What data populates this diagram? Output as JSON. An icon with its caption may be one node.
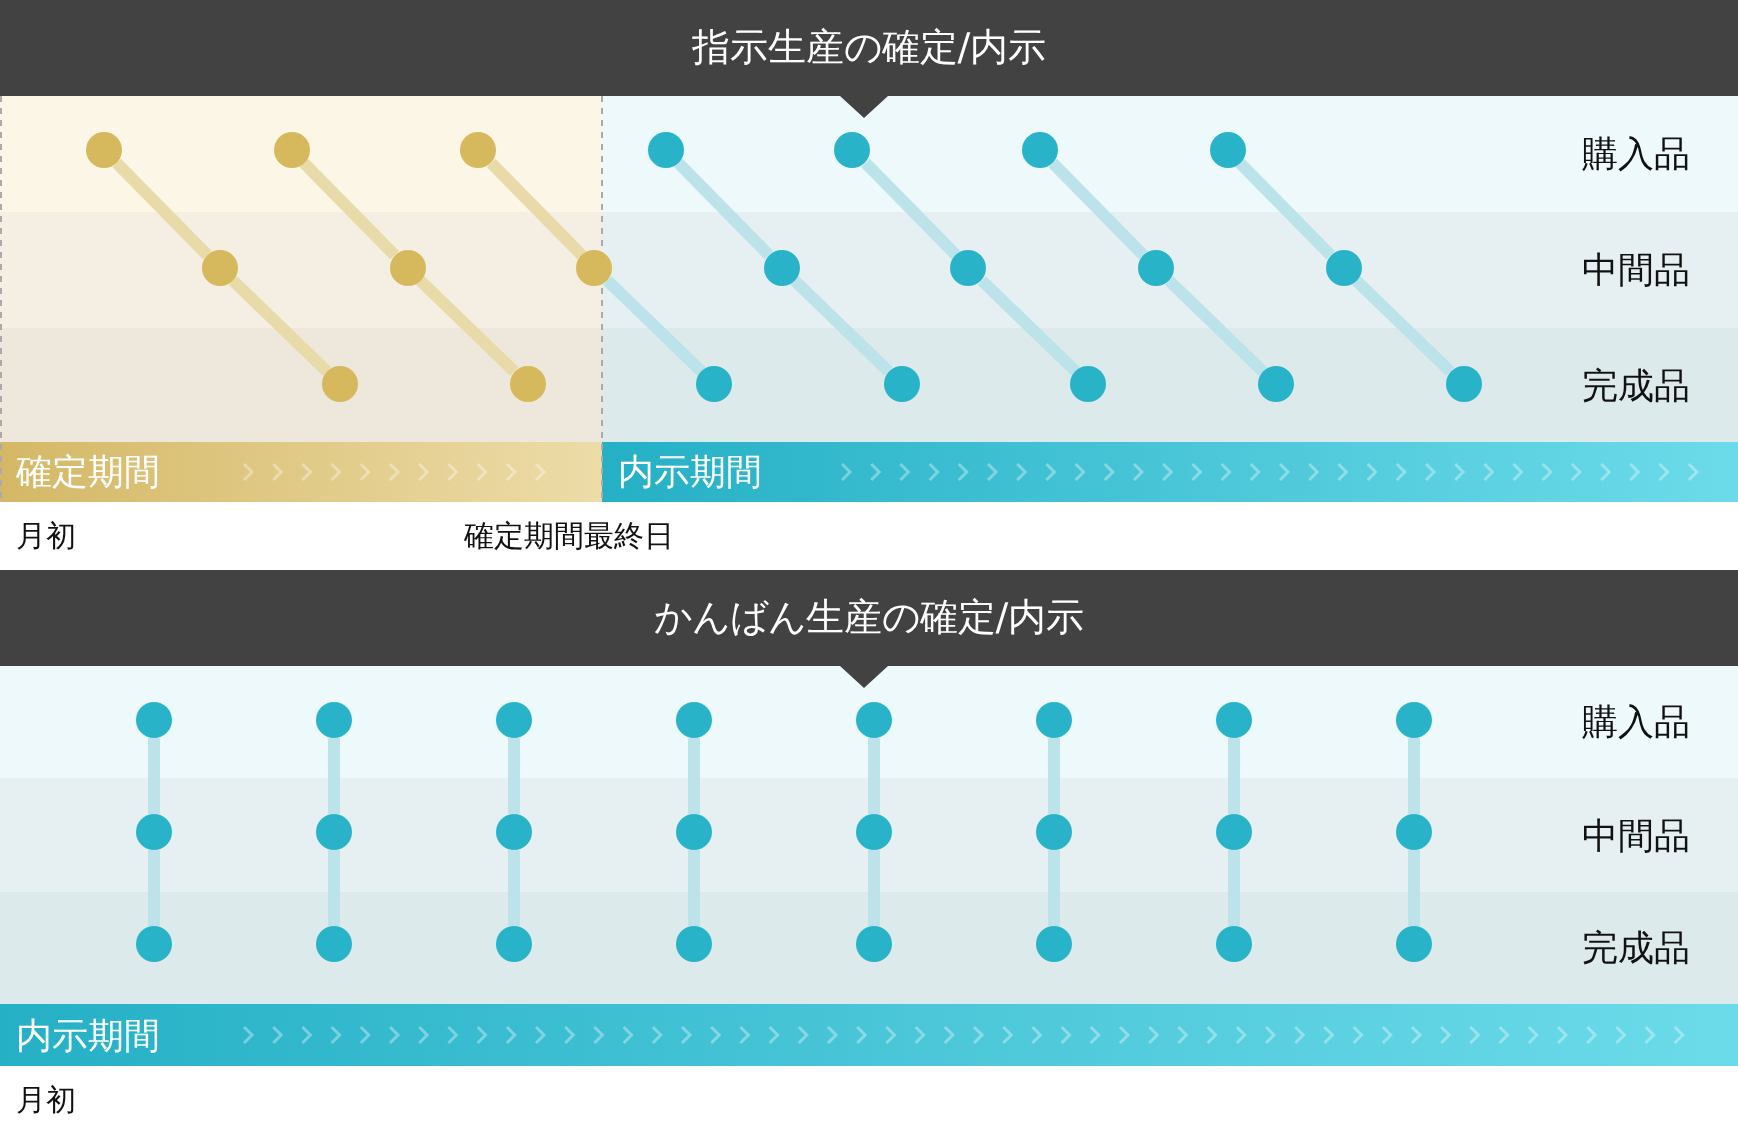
{
  "diagram": {
    "nodes": [
      {
        "text": [
          "指示生産の確定/内示"
        ]
      },
      {
        "text": [
          "購入品"
        ]
      },
      {
        "text": [
          "中間品"
        ]
      },
      {
        "text": [
          "完成品"
        ]
      },
      {
        "text": [],
        "shape": "circle",
        "in": 1
      },
      {
        "text": [],
        "shape": "circle",
        "in": 1
      },
      {
        "text": [],
        "shape": "circle",
        "in": 1
      },
      {
        "text": [],
        "shape": "circle",
        "in": 1
      },
      {
        "text": [],
        "shape": "circle",
        "in": 1
      },
      {
        "text": [],
        "shape": "circle",
        "in": 1
      },
      {
        "text": [],
        "shape": "circle",
        "in": 1
      },
      {
        "text": [],
        "shape": "circle",
        "in": 2
      },
      {
        "text": [],
        "shape": "circle",
        "in": 2
      },
      {
        "text": [],
        "shape": "circle",
        "in": 2
      },
      {
        "text": [],
        "shape": "circle",
        "in": 2
      },
      {
        "text": [],
        "shape": "circle",
        "in": 2
      },
      {
        "text": [],
        "shape": "circle",
        "in": 2
      },
      {
        "text": [],
        "shape": "circle",
        "in": 2
      },
      {
        "text": [],
        "shape": "circle",
        "in": 3
      },
      {
        "text": [],
        "shape": "circle",
        "in": 3
      },
      {
        "text": [],
        "shape": "circle",
        "in": 3
      },
      {
        "text": [],
        "shape": "circle",
        "in": 3
      },
      {
        "text": [],
        "shape": "circle",
        "in": 3
      },
      {
        "text": [],
        "shape": "circle",
        "in": 3
      },
      {
        "text": [],
        "shape": "circle",
        "in": 3
      },
      {
        "text": [
          "確定期間"
        ]
      },
      {
        "text": [
          "内示期間"
        ]
      },
      {
        "text": [
          "かんばん生産の確定/内示"
        ]
      },
      {
        "text": [
          "購入品"
        ]
      },
      {
        "text": [
          "中間品"
        ]
      },
      {
        "text": [
          "完成品"
        ]
      },
      {
        "text": [],
        "shape": "circle",
        "in": 28
      },
      {
        "text": [],
        "shape": "circle",
        "in": 28
      },
      {
        "text": [],
        "shape": "circle",
        "in": 28
      },
      {
        "text": [],
        "shape": "circle",
        "in": 28
      },
      {
        "text": [],
        "shape": "circle",
        "in": 28
      },
      {
        "text": [],
        "shape": "circle",
        "in": 28
      },
      {
        "text": [],
        "shape": "circle",
        "in": 28
      },
      {
        "text": [],
        "shape": "circle",
        "in": 28
      },
      {
        "text": [],
        "shape": "circle",
        "in": 29
      },
      {
        "text": [],
        "shape": "circle",
        "in": 29
      },
      {
        "text": [],
        "shape": "circle",
        "in": 29
      },
      {
        "text": [],
        "shape": "circle",
        "in": 29
      },
      {
        "text": [],
        "shape": "circle",
        "in": 29
      },
      {
        "text": [],
        "shape": "circle",
        "in": 29
      },
      {
        "text": [],
        "shape": "circle",
        "in": 29
      },
      {
        "text": [],
        "shape": "circle",
        "in": 29
      },
      {
        "text": [],
        "shape": "circle",
        "in": 30
      },
      {
        "text": [],
        "shape": "circle",
        "in": 30
      },
      {
        "text": [],
        "shape": "circle",
        "in": 30
      },
      {
        "text": [],
        "shape": "circle",
        "in": 30
      },
      {
        "text": [],
        "shape": "circle",
        "in": 30
      },
      {
        "text": [],
        "shape": "circle",
        "in": 30
      },
      {
        "text": [],
        "shape": "circle",
        "in": 30
      },
      {
        "text": [],
        "shape": "circle",
        "in": 30
      },
      {
        "text": [
          "内示期間"
        ]
      }
    ],
    "edges": [
      {
        "from": 4,
        "to": 11,
        "arrow": "none",
        "color": "#e9dba9"
      },
      {
        "from": 11,
        "to": 18,
        "arrow": "none",
        "color": "#e9dba9"
      },
      {
        "from": 5,
        "to": 12,
        "arrow": "none",
        "color": "#e9dba9"
      },
      {
        "from": 12,
        "to": 19,
        "arrow": "none",
        "color": "#e9dba9"
      },
      {
        "from": 6,
        "to": 13,
        "arrow": "none",
        "color": "#e9dba9"
      },
      {
        "from": 13,
        "to": 20,
        "arrow": "none"
      },
      {
        "from": 7,
        "to": 14,
        "arrow": "none"
      },
      {
        "from": 14,
        "to": 21,
        "arrow": "none"
      },
      {
        "from": 8,
        "to": 15,
        "arrow": "none"
      },
      {
        "from": 15,
        "to": 22,
        "arrow": "none"
      },
      {
        "from": 9,
        "to": 16,
        "arrow": "none"
      },
      {
        "from": 16,
        "to": 23,
        "arrow": "none"
      },
      {
        "from": 10,
        "to": 17,
        "arrow": "none"
      },
      {
        "from": 17,
        "to": 24,
        "arrow": "none"
      },
      {
        "from": 31,
        "to": 39,
        "arrow": "none"
      },
      {
        "from": 39,
        "to": 47,
        "arrow": "none"
      },
      {
        "from": 32,
        "to": 40,
        "arrow": "none"
      },
      {
        "from": 40,
        "to": 48,
        "arrow": "none"
      },
      {
        "from": 33,
        "to": 41,
        "arrow": "none"
      },
      {
        "from": 41,
        "to": 49,
        "arrow": "none"
      },
      {
        "from": 34,
        "to": 42,
        "arrow": "none"
      },
      {
        "from": 42,
        "to": 50,
        "arrow": "none"
      },
      {
        "from": 35,
        "to": 43,
        "arrow": "none"
      },
      {
        "from": 43,
        "to": 51,
        "arrow": "none"
      },
      {
        "from": 36,
        "to": 44,
        "arrow": "none"
      },
      {
        "from": 44,
        "to": 52,
        "arrow": "none"
      },
      {
        "from": 37,
        "to": 45,
        "arrow": "none"
      },
      {
        "from": 45,
        "to": 53,
        "arrow": "none"
      },
      {
        "from": 38,
        "to": 46,
        "arrow": "none"
      },
      {
        "from": 46,
        "to": 54,
        "arrow": "none"
      }
    ],
    "labels": [
      "月初",
      "確定期間最終日",
      "月初"
    ]
  }
}
